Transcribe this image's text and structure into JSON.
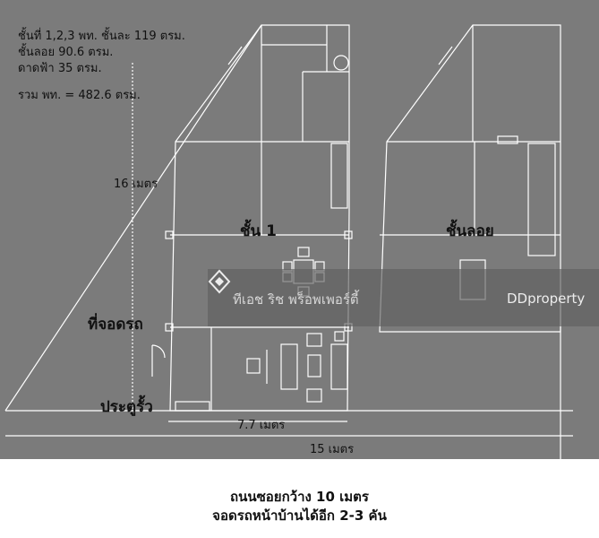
{
  "stats": {
    "line1": "ชั้นที่ 1,2,3 พท. ชั้นละ 119 ตรม.",
    "line2": "ชั้นลอย 90.6 ตรม.",
    "line3": "ดาดฟ้า 35 ตรม.",
    "total": "รวม พท. = 482.6 ตรม."
  },
  "dimensions": {
    "depth": "16 เมตร",
    "house_width": "7.7 เมตร",
    "lot_width": "15 เมตร"
  },
  "labels": {
    "floor1": "ชั้น 1",
    "mezzanine": "ชั้นลอย",
    "parking": "ที่จอดรถ",
    "gate": "ประตูรั้ว"
  },
  "watermark": {
    "agent": "ทีเอช ริช พร็อพเพอร์ตี้",
    "brand": "DDproperty"
  },
  "footer": {
    "line1": "ถนนซอยกว้าง 10 เมตร",
    "line2": "จอดรถหน้าบ้านได้อีก  2-3 คัน"
  },
  "colors": {
    "plan_background": "#7b7b7b",
    "line": "#ffffff",
    "text": "#111111"
  }
}
